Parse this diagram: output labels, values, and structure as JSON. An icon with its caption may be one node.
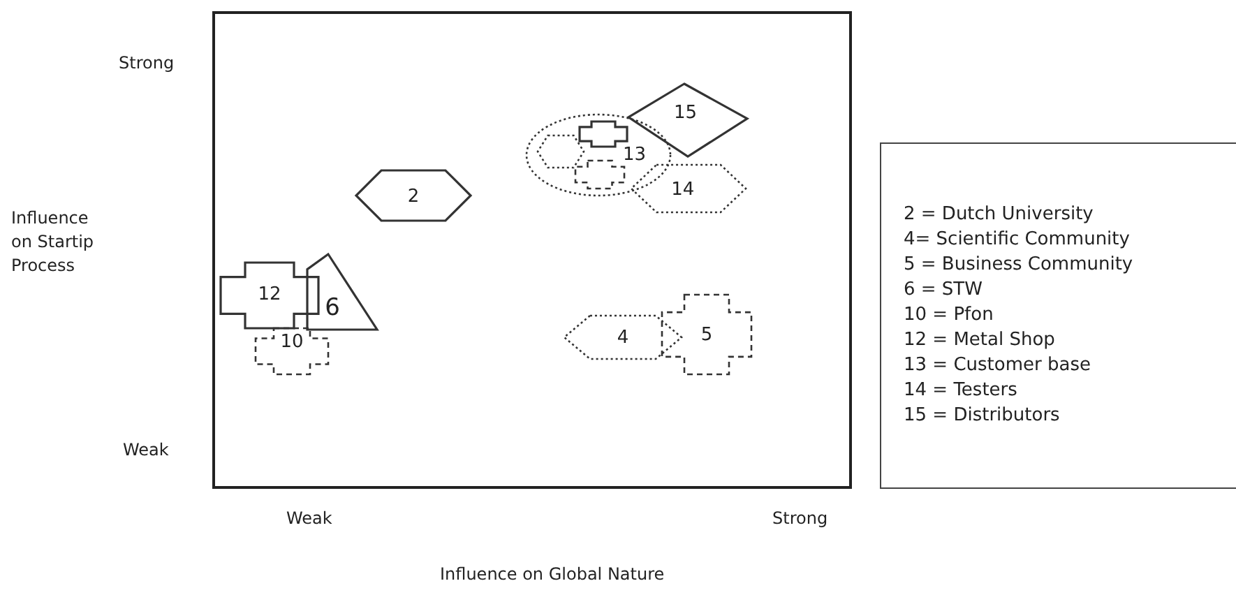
{
  "diagram": {
    "nodes": [
      {
        "text": [
          "15"
        ]
      },
      {
        "text": [
          "13"
        ]
      },
      {
        "text": [],
        "shape": "cross",
        "in": 1
      },
      {
        "text": [],
        "shape": "hexagon",
        "in": 1
      },
      {
        "text": [],
        "shape": "cross",
        "in": 1
      },
      {
        "text": [
          "14"
        ]
      },
      {
        "text": [
          "2"
        ]
      },
      {
        "text": [
          "12"
        ]
      },
      {
        "text": [
          "6"
        ]
      },
      {
        "text": [
          "10"
        ]
      },
      {
        "text": [
          "4"
        ]
      },
      {
        "text": [
          "5"
        ]
      }
    ],
    "edges": [],
    "labels": [
      "Strong",
      "Influence on Startip Process",
      "Weak",
      "Weak",
      "Strong",
      "Influence on Global Nature",
      "2 = Dutch University",
      "4= Scientific Community",
      "5 = Business Community",
      "6 = STW",
      "10 = Pfon",
      "12 = Metal Shop",
      "13 = Customer base",
      "14 = Testers",
      "15 = Distributors"
    ]
  }
}
